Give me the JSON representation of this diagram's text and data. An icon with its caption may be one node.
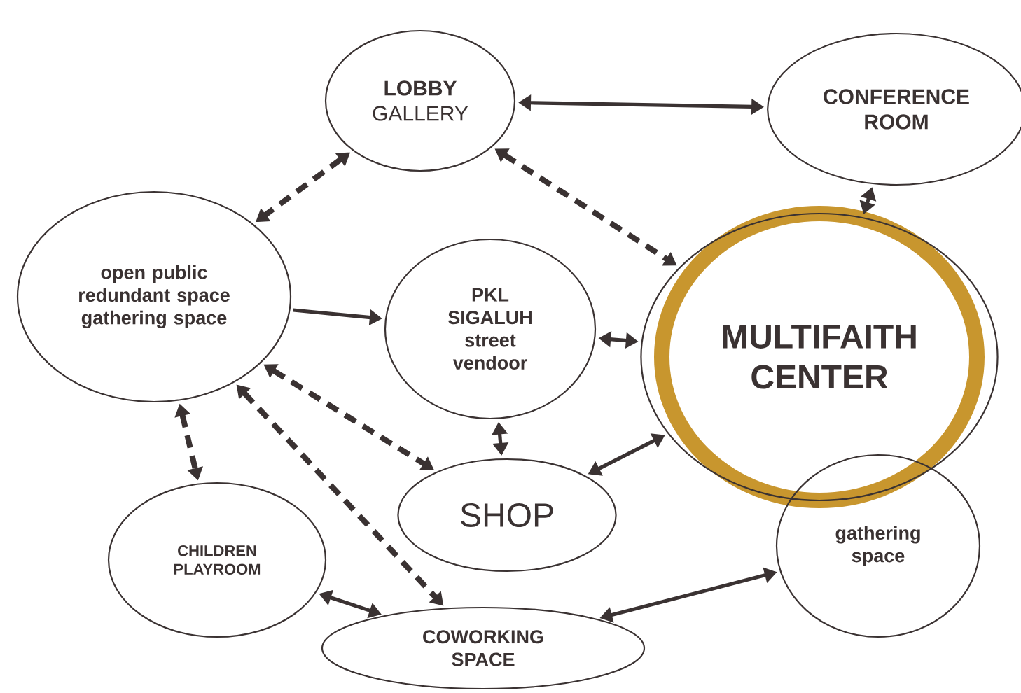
{
  "diagram": {
    "nodes": [
      {
        "text": [
          "**LOBBY** GALLERY"
        ]
      },
      {
        "text": [
          "CONFERENCE ROOM"
        ]
      },
      {
        "text": [
          "open public redundant space gathering space"
        ]
      },
      {
        "text": [
          "PKL SIGALUH street vendoor"
        ]
      },
      {
        "text": [
          "MULTIFAITH CENTER"
        ]
      },
      {
        "text": [
          "SHOP"
        ]
      },
      {
        "text": [
          "CHILDREN PLAYROOM"
        ]
      },
      {
        "text": [
          "gathering space"
        ]
      },
      {
        "text": [
          "COWORKING SPACE"
        ]
      }
    ],
    "edges": [
      {
        "from": 0,
        "to": 1,
        "arrow": "both"
      },
      {
        "from": 0,
        "to": 2,
        "arrow": "both",
        "style": "dashed"
      },
      {
        "from": 0,
        "to": 4,
        "arrow": "both",
        "style": "dashed"
      },
      {
        "from": 1,
        "to": 4,
        "arrow": "both"
      },
      {
        "from": 2,
        "to": 3,
        "arrow": "to"
      },
      {
        "from": 2,
        "to": 6,
        "arrow": "both",
        "style": "dashed"
      },
      {
        "from": 2,
        "to": 5,
        "arrow": "both",
        "style": "dashed"
      },
      {
        "from": 2,
        "to": 8,
        "arrow": "both",
        "style": "dashed"
      },
      {
        "from": 3,
        "to": 4,
        "arrow": "both"
      },
      {
        "from": 3,
        "to": 5,
        "arrow": "both"
      },
      {
        "from": 5,
        "to": 4,
        "arrow": "both"
      },
      {
        "from": 6,
        "to": 8,
        "arrow": "both"
      },
      {
        "from": 8,
        "to": 7,
        "arrow": "both"
      }
    ]
  }
}
